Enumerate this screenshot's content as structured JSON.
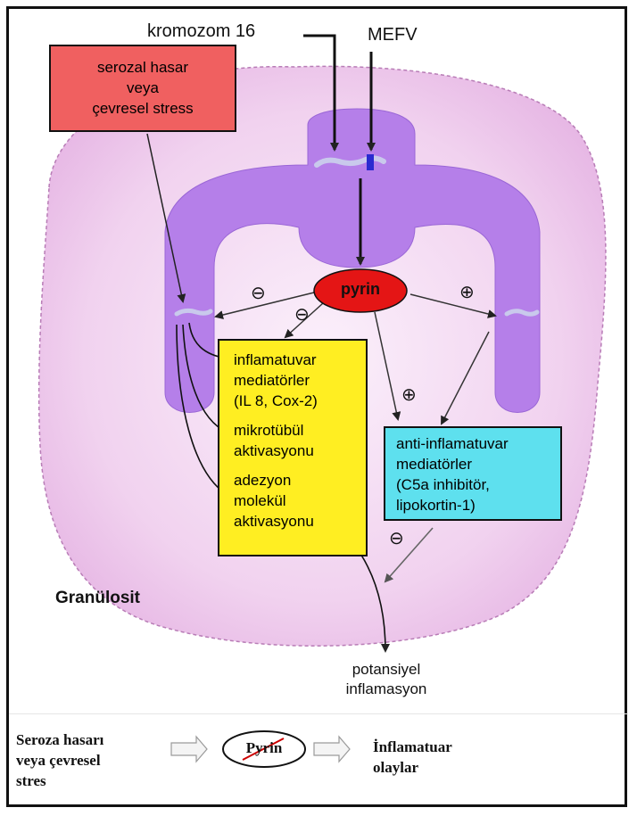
{
  "top": {
    "chromosome_label": "kromozom 16",
    "gene_label": "MEFV"
  },
  "stress_box": {
    "lines": [
      "serozal hasar",
      "veya",
      "çevresel stress"
    ],
    "color": "#f06060"
  },
  "pyrin": {
    "label": "pyrin",
    "color": "#e41515"
  },
  "signs": {
    "minus_left": "⊖",
    "minus_center": "⊖",
    "plus_right": "⊕",
    "plus_center": "⊕",
    "minus_bottom": "⊖"
  },
  "inflammatory_box": {
    "color": "#ffee22",
    "lines": [
      "inflamatuvar",
      "mediatörler",
      "(IL 8, Cox-2)",
      "mikrotübül",
      "aktivasyonu",
      "adezyon",
      "molekül",
      "aktivasyonu"
    ]
  },
  "anti_box": {
    "color": "#5ee0ee",
    "lines": [
      "anti-inflamatuvar",
      "mediatörler",
      "(C5a inhibitör,",
      "lipokortin-1)"
    ]
  },
  "cell_label": "Granülosit",
  "outcome": {
    "lines": [
      "potansiyel",
      "inflamasyon"
    ]
  },
  "legend": {
    "left_lines": [
      "Seroza hasarı",
      "veya çevresel",
      "stres"
    ],
    "center_label": "Pyrin",
    "right_lines": [
      "İnflamatuar",
      "olaylar"
    ]
  },
  "colors": {
    "cell": "#f0d4f0",
    "nucleus": "#b27ee8",
    "frame": "#111111"
  }
}
